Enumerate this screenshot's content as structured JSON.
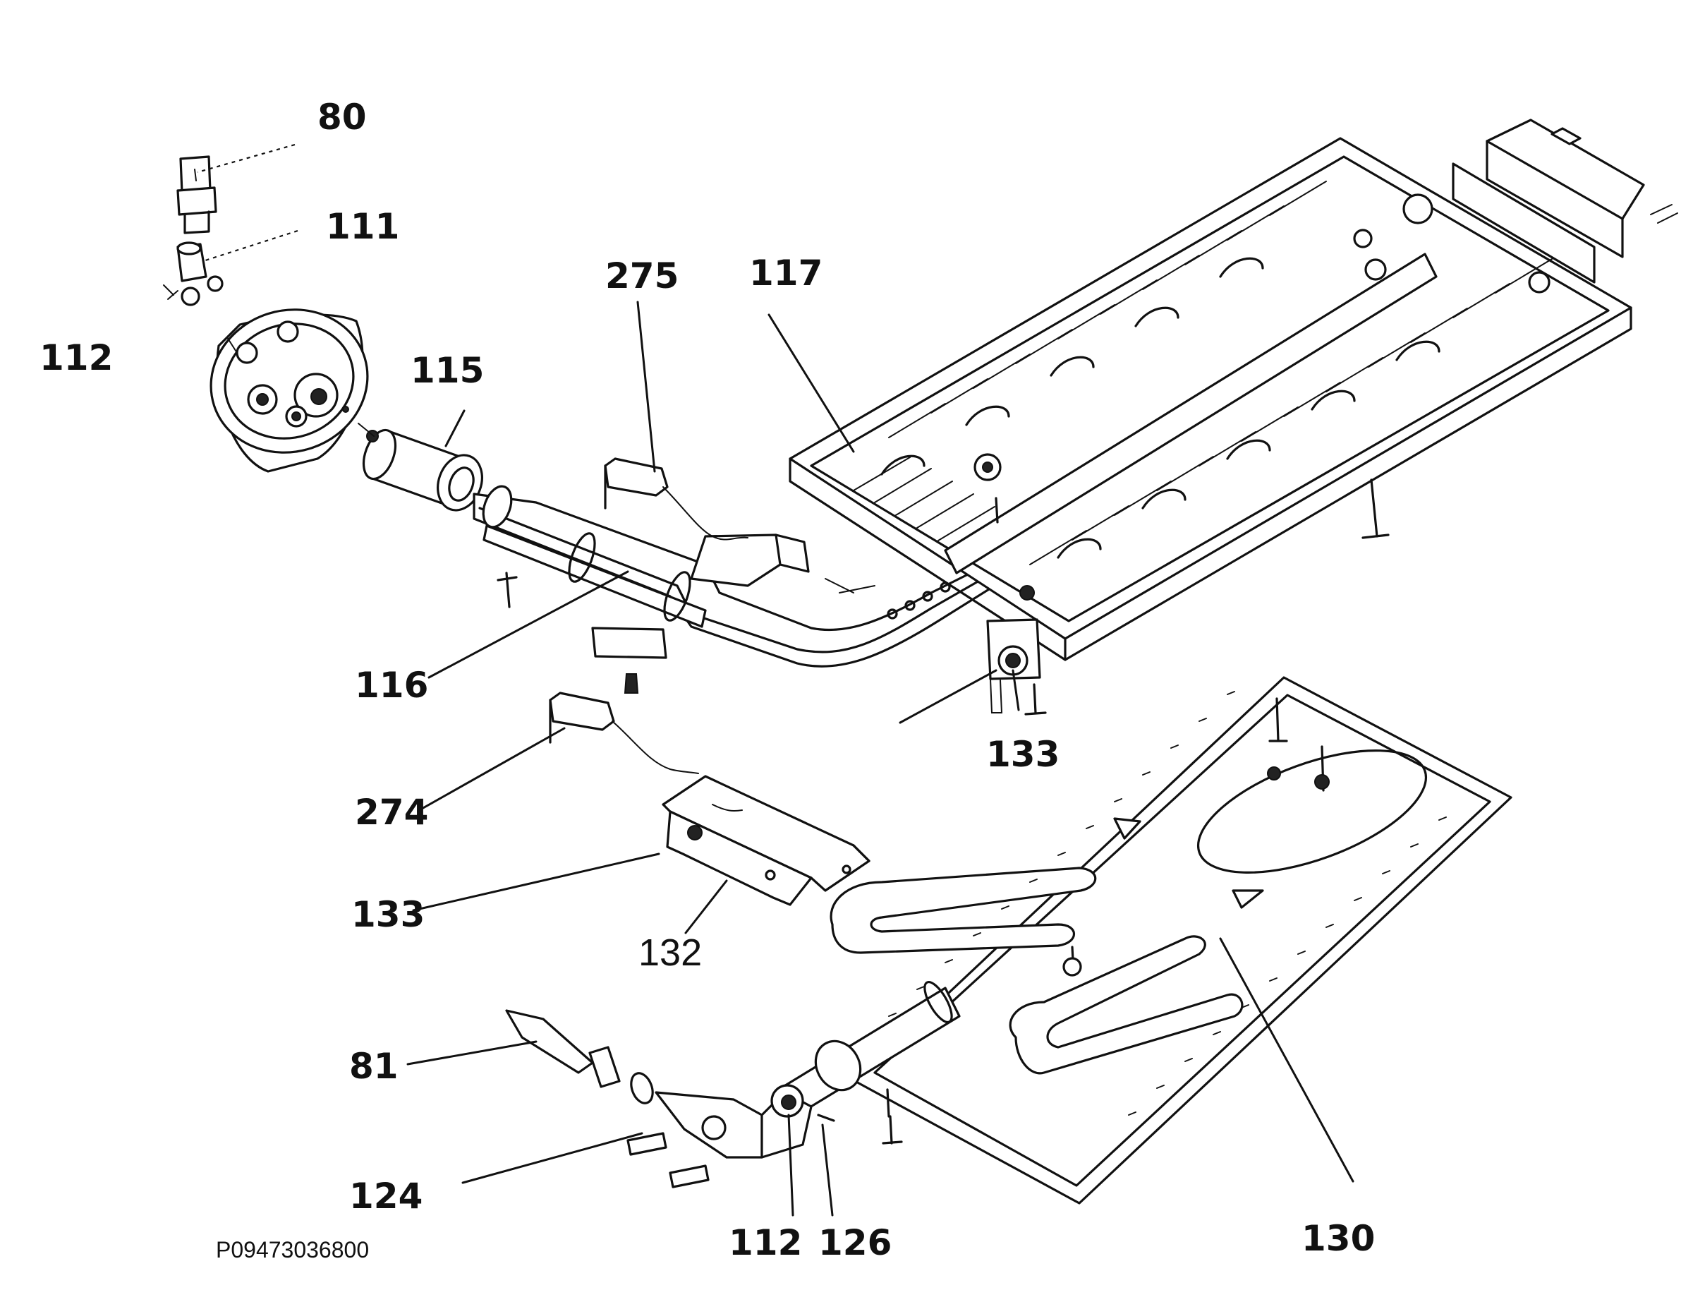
{
  "diagram": {
    "drawing_code": "P09473036800",
    "callouts": [
      {
        "id": "80",
        "label": "80"
      },
      {
        "id": "111",
        "label": "111"
      },
      {
        "id": "112a",
        "label": "112"
      },
      {
        "id": "115",
        "label": "115"
      },
      {
        "id": "275",
        "label": "275"
      },
      {
        "id": "117",
        "label": "117"
      },
      {
        "id": "116",
        "label": "116"
      },
      {
        "id": "133a",
        "label": "133"
      },
      {
        "id": "274",
        "label": "274"
      },
      {
        "id": "133b",
        "label": "133"
      },
      {
        "id": "132",
        "label": "132"
      },
      {
        "id": "81",
        "label": "81"
      },
      {
        "id": "124",
        "label": "124"
      },
      {
        "id": "112b",
        "label": "112"
      },
      {
        "id": "126",
        "label": "126"
      },
      {
        "id": "130",
        "label": "130"
      }
    ]
  }
}
